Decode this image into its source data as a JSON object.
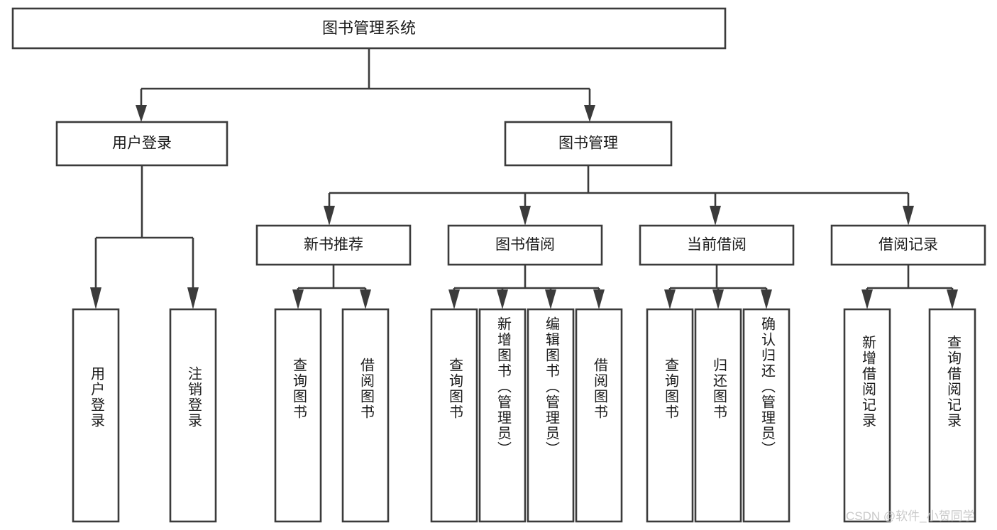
{
  "diagram": {
    "type": "tree-hierarchy",
    "title": "图书管理系统",
    "root": {
      "label": "图书管理系统",
      "children": [
        {
          "label": "用户登录",
          "children": [
            {
              "label": "用户登录"
            },
            {
              "label": "注销登录"
            }
          ]
        },
        {
          "label": "图书管理",
          "children": [
            {
              "label": "新书推荐",
              "children": [
                {
                  "label": "查询图书"
                },
                {
                  "label": "借阅图书"
                }
              ]
            },
            {
              "label": "图书借阅",
              "children": [
                {
                  "label": "查询图书"
                },
                {
                  "label": "新增图书（管理员）"
                },
                {
                  "label": "编辑图书（管理员）"
                },
                {
                  "label": "借阅图书"
                }
              ]
            },
            {
              "label": "当前借阅",
              "children": [
                {
                  "label": "查询图书"
                },
                {
                  "label": "归还图书"
                },
                {
                  "label": "确认归还（管理员）"
                }
              ]
            },
            {
              "label": "借阅记录",
              "children": [
                {
                  "label": "新增借阅记录"
                },
                {
                  "label": "查询借阅记录"
                }
              ]
            }
          ]
        }
      ]
    }
  },
  "nodes": {
    "root": "图书管理系统",
    "level2": {
      "user_login": "用户登录",
      "book_manage": "图书管理"
    },
    "level3": {
      "new_book_rec": "新书推荐",
      "book_borrow": "图书借阅",
      "current_borrow": "当前借阅",
      "borrow_record": "借阅记录"
    },
    "leaves": {
      "user_login_1": "用户登录",
      "user_login_2": "注销登录",
      "new_book_rec_1": "查询图书",
      "new_book_rec_2": "借阅图书",
      "book_borrow_1": "查询图书",
      "book_borrow_2": "新增图书（管理员）",
      "book_borrow_3": "编辑图书（管理员）",
      "book_borrow_4": "借阅图书",
      "current_borrow_1": "查询图书",
      "current_borrow_2": "归还图书",
      "current_borrow_3": "确认归还（管理员）",
      "borrow_record_1": "新增借阅记录",
      "borrow_record_2": "查询借阅记录"
    }
  },
  "watermark": {
    "text": "CSDN @软件_小贺同学",
    "color": "#c9c9c9"
  },
  "colors": {
    "stroke": "#3b3b3b",
    "fill": "#ffffff",
    "text": "#1a1a1a",
    "background": "#ffffff"
  }
}
